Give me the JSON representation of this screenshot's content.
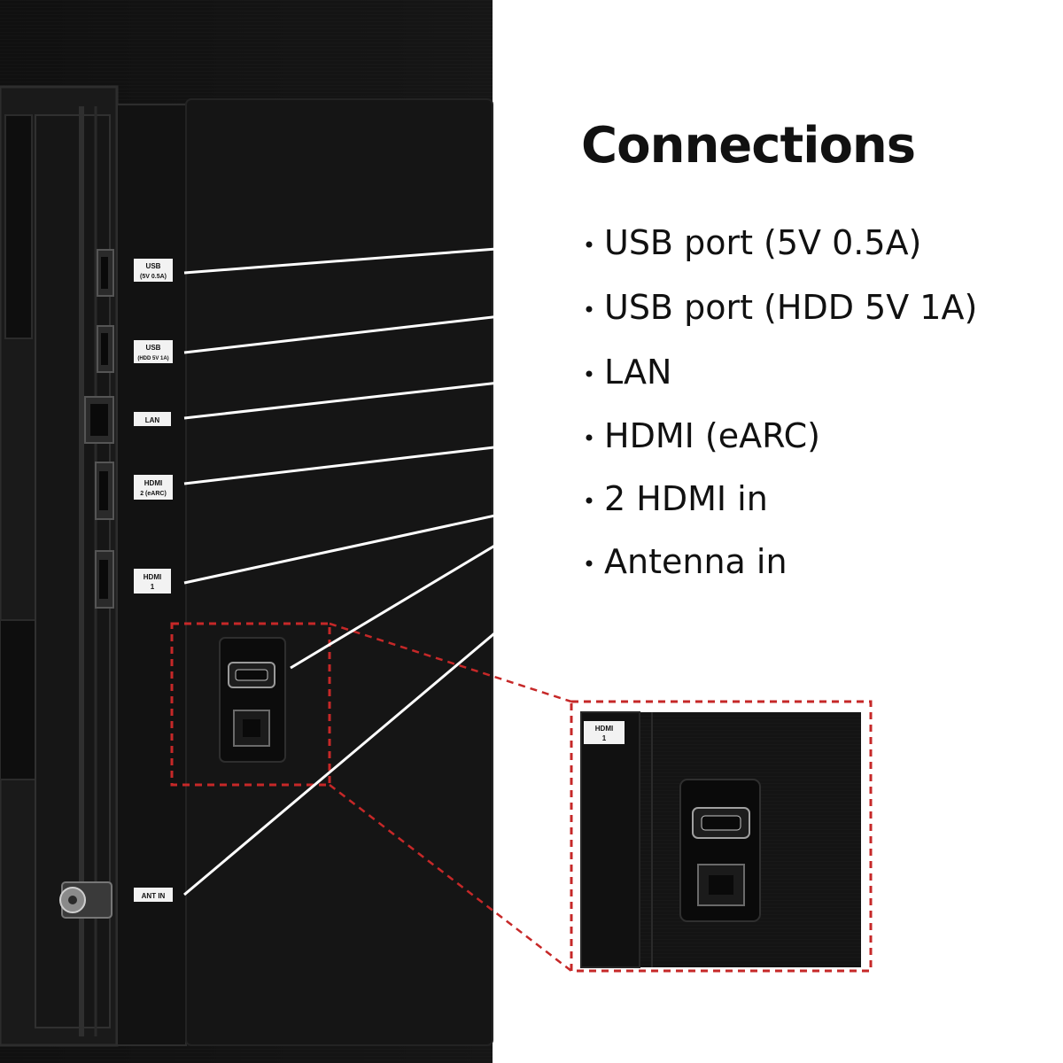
{
  "title": "Connections",
  "connections": [
    "USB port (5V 0.5A)",
    "USB port (HDD 5V 1A)",
    "LAN",
    "HDMI (eARC)",
    "2 HDMI in",
    "Antenna in"
  ],
  "port_labels": {
    "usb1": [
      "USB",
      "(5V 0.5A)"
    ],
    "usb2": [
      "USB",
      "(HDD 5V 1A)"
    ],
    "lan": "LAN",
    "hdmi2": [
      "HDMI",
      "2 (eARC)"
    ],
    "hdmi1": [
      "HDMI",
      "1"
    ],
    "ant": "ANT IN",
    "zoom_hdmi1": [
      "HDMI",
      "1"
    ]
  },
  "colors": {
    "panel": "#121212",
    "text": "#111111",
    "leader": "#ffffff",
    "highlight": "#c62828"
  }
}
